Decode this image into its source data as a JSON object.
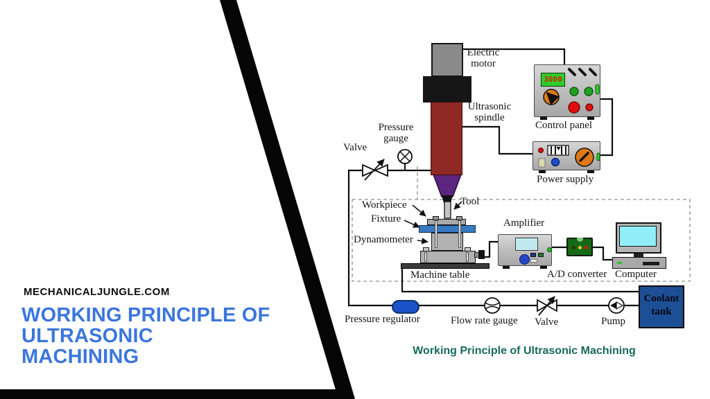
{
  "branding": {
    "site": "MECHANICALJUNGLE.COM",
    "title_line1": "WORKING PRINCIPLE OF",
    "title_line2": "ULTRASONIC",
    "title_line3": "MACHINING",
    "title_color": "#3b76dd"
  },
  "diagram": {
    "caption": "Working Principle of Ultrasonic Machining",
    "caption_color": "#17695a",
    "control_panel_display": "3000",
    "labels": {
      "electric_motor": {
        "line1": "Electric",
        "line2": "motor"
      },
      "ultrasonic_spindle": {
        "line1": "Ultrasonic",
        "line2": "spindle"
      },
      "pressure_gauge": {
        "line1": "Pressure",
        "line2": "gauge"
      },
      "valve_top": "Valve",
      "workpiece": "Workpiece",
      "fixture": "Fixture",
      "dynamometer": "Dynamometer",
      "tool": "Tool",
      "machine_table": "Machine table",
      "control_panel": "Control panel",
      "power_supply": "Power supply",
      "amplifier": "Amplifier",
      "ad_converter": "A/D converter",
      "computer": "Computer",
      "pressure_regulator": "Pressure regulator",
      "flow_rate_gauge": "Flow rate gauge",
      "valve_bottom": "Valve",
      "pump": "Pump",
      "coolant_tank": {
        "line1": "Coolant",
        "line2": "tank"
      }
    },
    "colors": {
      "spindle": "#8e2a23",
      "horn": "#5c2580",
      "fixture_plate": "#3879c2",
      "coolant_tank": "#1d4f96",
      "pressure_regulator": "#1a52c8",
      "display_green": "#2ecc2e",
      "display_text": "#cc2800"
    }
  }
}
